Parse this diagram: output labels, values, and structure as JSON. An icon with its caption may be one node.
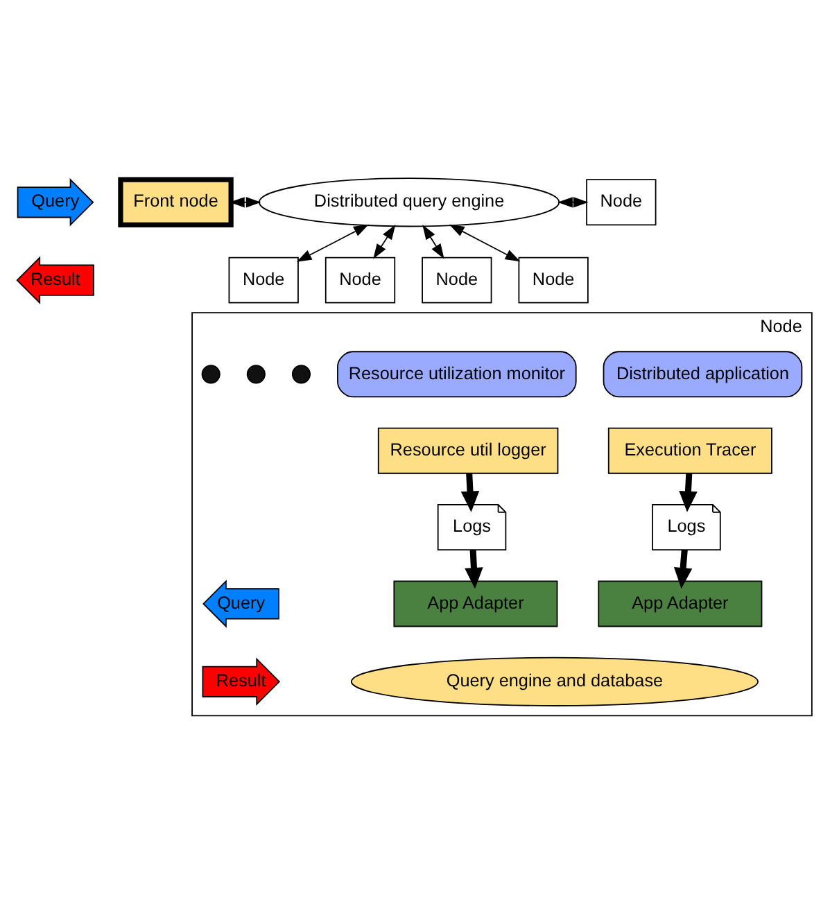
{
  "diagram": {
    "nodes": [
      {
        "text": [
          "Query"
        ]
      },
      {
        "text": [
          "Result"
        ]
      },
      {
        "text": [
          "Front node"
        ]
      },
      {
        "text": [
          "Distributed query engine"
        ]
      },
      {
        "text": [
          "Node"
        ]
      },
      {
        "text": [
          "Node"
        ]
      },
      {
        "text": [
          "Node"
        ]
      },
      {
        "text": [
          "Node"
        ]
      },
      {
        "text": [
          "Node"
        ]
      },
      {
        "text": [
          "Node"
        ]
      },
      {
        "text": [
          "Distributed application"
        ],
        "in": 9
      },
      {
        "text": [
          "Execution Tracer"
        ],
        "in": 9
      },
      {
        "text": [
          "Resource utilization monitor"
        ],
        "in": 9
      },
      {
        "text": [
          "Resource util logger"
        ],
        "in": 9
      },
      {
        "text": [],
        "shape": "circle",
        "in": 9
      },
      {
        "text": [],
        "shape": "circle",
        "in": 9
      },
      {
        "text": [],
        "shape": "circle",
        "in": 9
      },
      {
        "text": [
          "Logs"
        ],
        "in": 9
      },
      {
        "text": [
          "Logs"
        ],
        "in": 9
      },
      {
        "text": [
          "App Adapter"
        ],
        "in": 9
      },
      {
        "text": [
          "App Adapter"
        ],
        "in": 9
      },
      {
        "text": [
          "Query"
        ],
        "in": 9
      },
      {
        "text": [
          "Query engine and database"
        ],
        "in": 9
      },
      {
        "text": [
          "Result"
        ],
        "in": 9
      }
    ],
    "edges": [
      {
        "from": 2,
        "to": 3,
        "arrow": "both"
      },
      {
        "from": 3,
        "to": 4,
        "arrow": "both"
      },
      {
        "from": 3,
        "to": 5,
        "arrow": "both"
      },
      {
        "from": 3,
        "to": 6,
        "arrow": "both"
      },
      {
        "from": 3,
        "to": 7,
        "arrow": "both"
      },
      {
        "from": 3,
        "to": 8,
        "arrow": "both"
      },
      {
        "from": 11,
        "to": 17,
        "arrow": "to",
        "style": "thick"
      },
      {
        "from": 17,
        "to": 19,
        "arrow": "to",
        "style": "thick"
      },
      {
        "from": 13,
        "to": 18,
        "arrow": "to",
        "style": "thick"
      },
      {
        "from": 18,
        "to": 20,
        "arrow": "to",
        "style": "thick"
      }
    ]
  }
}
